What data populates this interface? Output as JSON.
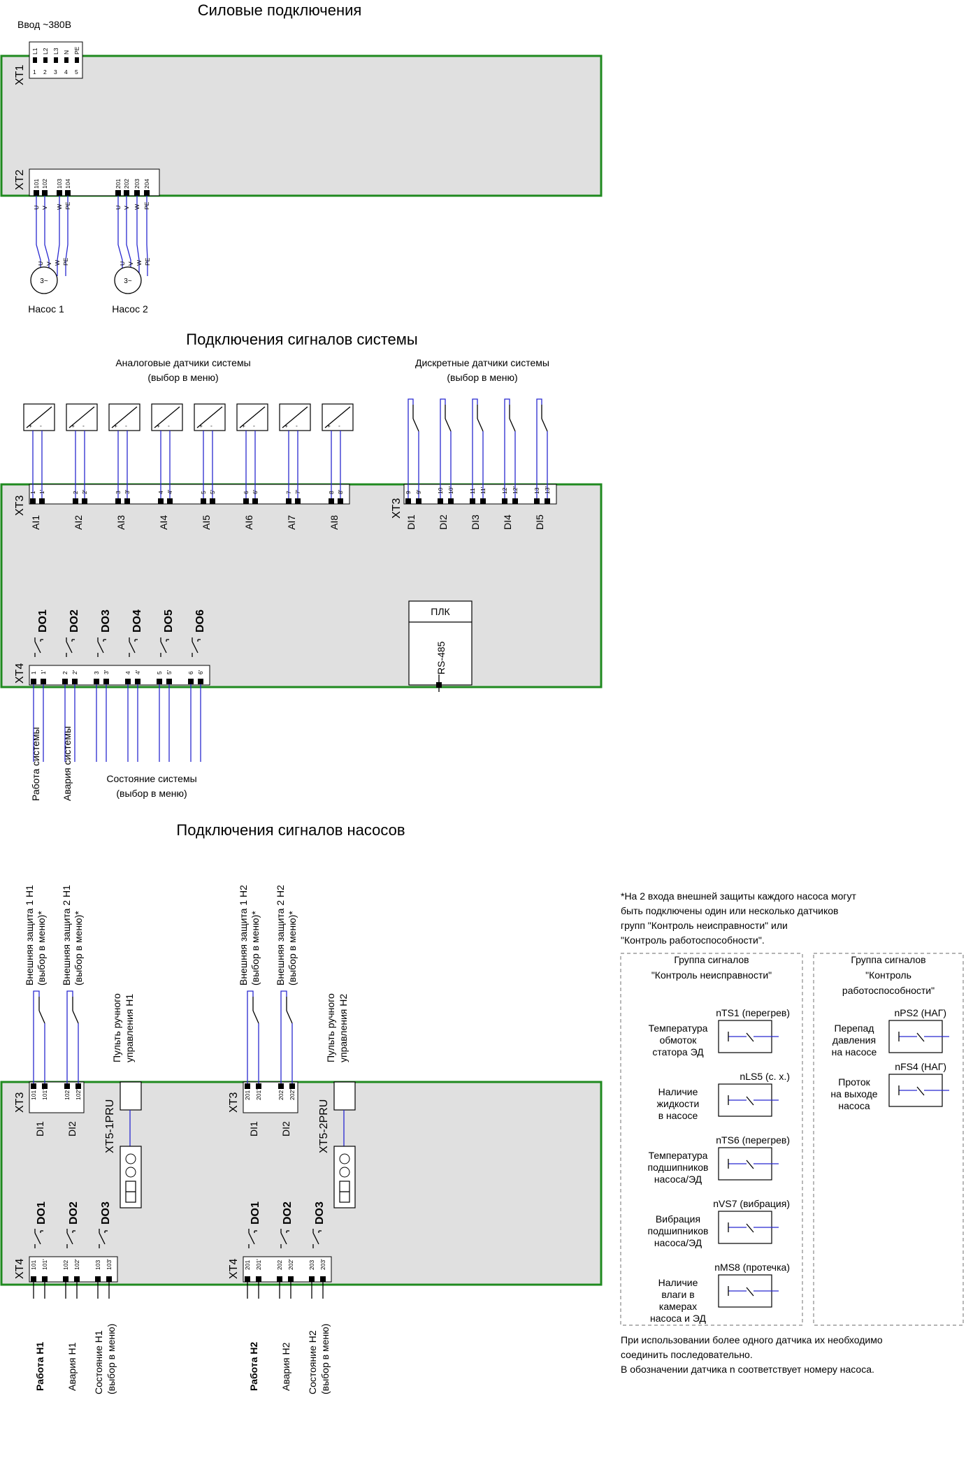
{
  "power": {
    "title": "Силовые подключения",
    "input_label": "Ввод ~380В",
    "xt1": {
      "label": "XT1",
      "top": [
        "L1",
        "L2",
        "L3",
        "N",
        "PE"
      ],
      "bottom": [
        "1",
        "2",
        "3",
        "4",
        "5"
      ]
    },
    "xt2": {
      "label": "XT2",
      "pins": [
        "101",
        "102",
        "103",
        "104",
        "201",
        "202",
        "203",
        "204"
      ]
    },
    "motor_wire_top": [
      "U",
      "V",
      "W",
      "PE"
    ],
    "motor_wire_bottom": [
      "U",
      "V",
      "W",
      "PE"
    ],
    "motor_symbol": "3~",
    "pump1": "Насос 1",
    "pump2": "Насос 2"
  },
  "system": {
    "title": "Подключения сигналов системы",
    "analog_title": "Аналоговые датчики системы",
    "analog_sub": "(выбор в меню)",
    "discrete_title": "Дискретные датчики системы",
    "discrete_sub": "(выбор в меню)",
    "sensor_plus": "+",
    "sensor_minus": "-",
    "xt3_label": "XT3",
    "xt3b_label": "XT3",
    "ai": [
      {
        "label": "AI1",
        "p1": "1",
        "p2": "1'"
      },
      {
        "label": "AI2",
        "p1": "2",
        "p2": "2'"
      },
      {
        "label": "AI3",
        "p1": "3",
        "p2": "3'"
      },
      {
        "label": "AI4",
        "p1": "4",
        "p2": "4'"
      },
      {
        "label": "AI5",
        "p1": "5",
        "p2": "5'"
      },
      {
        "label": "AI6",
        "p1": "6",
        "p2": "6'"
      },
      {
        "label": "AI7",
        "p1": "7",
        "p2": "7'"
      },
      {
        "label": "AI8",
        "p1": "8",
        "p2": "8'"
      }
    ],
    "di": [
      {
        "label": "DI1",
        "p1": "9",
        "p2": "9'"
      },
      {
        "label": "DI2",
        "p1": "10",
        "p2": "10'"
      },
      {
        "label": "DI3",
        "p1": "11",
        "p2": "11'"
      },
      {
        "label": "DI4",
        "p1": "12",
        "p2": "12'"
      },
      {
        "label": "DI5",
        "p1": "13",
        "p2": "13'"
      }
    ],
    "xt4_label": "XT4",
    "do": [
      {
        "label": "DO1",
        "p1": "1",
        "p2": "1'"
      },
      {
        "label": "DO2",
        "p1": "2",
        "p2": "2'"
      },
      {
        "label": "DO3",
        "p1": "3",
        "p2": "3'"
      },
      {
        "label": "DO4",
        "p1": "4",
        "p2": "4'"
      },
      {
        "label": "DO5",
        "p1": "5",
        "p2": "5'"
      },
      {
        "label": "DO6",
        "p1": "6",
        "p2": "6'"
      }
    ],
    "plc": "ПЛК",
    "rs485": "RS-485",
    "work": "Работа системы",
    "alarm": "Авария системы",
    "state1": "Состояние системы",
    "state2": "(выбор в меню)"
  },
  "pumps": {
    "title": "Подключения сигналов насосов",
    "xt3": "XT3",
    "xt4": "XT4",
    "do1": "DO1",
    "do2": "DO2",
    "do3": "DO3",
    "di1": "DI1",
    "di2": "DI2",
    "p1": {
      "ext1a": "Внешняя защита 1 Н1",
      "ext1b": "(выбор в меню)*",
      "ext2a": "Внешняя защита 2 Н1",
      "ext2b": "(выбор в меню)*",
      "remote_a": "Пульть ручного",
      "remote_b": "управления Н1",
      "module": "XT5-1PRU",
      "xt3_pins": [
        "101",
        "101'",
        "102",
        "102'"
      ],
      "xt4_pins": [
        "101",
        "101'",
        "102",
        "102'",
        "103",
        "103'"
      ],
      "work": "Работа Н1",
      "alarm": "Авария Н1",
      "state_a": "Состояние Н1",
      "state_b": "(выбор в меню)"
    },
    "p2": {
      "ext1a": "Внешняя защита 1 Н2",
      "ext1b": "(выбор в меню)*",
      "ext2a": "Внешняя защита 2 Н2",
      "ext2b": "(выбор в меню)*",
      "remote_a": "Пульть ручного",
      "remote_b": "управления Н2",
      "module": "XT5-2PRU",
      "xt3_pins": [
        "201",
        "201'",
        "202",
        "202'"
      ],
      "xt4_pins": [
        "201",
        "201'",
        "202",
        "202'",
        "203",
        "203'"
      ],
      "work": "Работа Н2",
      "alarm": "Авария Н2",
      "state_a": "Состояние Н2",
      "state_b": "(выбор в меню)"
    }
  },
  "notes": {
    "intro": [
      "*На 2 входа внешней защиты каждого насоса могут",
      "быть подключены один или несколько датчиков",
      "групп \"Контроль неисправности\" или",
      "\"Контроль работоспособности\"."
    ],
    "group1_title": [
      "Группа сигналов",
      "\"Контроль неисправности\""
    ],
    "group2_title": [
      "Группа сигналов",
      "\"Контроль",
      "работоспособности\""
    ],
    "group1_sensors": [
      {
        "code": "nTS1 (перегрев)",
        "desc": [
          "Температура",
          "обмоток",
          "статора ЭД"
        ]
      },
      {
        "code": "nLS5 (с. х.)",
        "desc": [
          "Наличие",
          "жидкости",
          "в насосе"
        ]
      },
      {
        "code": "nTS6 (перегрев)",
        "desc": [
          "Температура",
          "подшипников",
          "насоса/ЭД"
        ]
      },
      {
        "code": "nVS7 (вибрация)",
        "desc": [
          "Вибрация",
          "подшипников",
          "насоса/ЭД"
        ]
      },
      {
        "code": "nMS8 (протечка)",
        "desc": [
          "Наличие",
          "влаги в",
          "камерах",
          "насоса и ЭД"
        ]
      }
    ],
    "group2_sensors": [
      {
        "code": "nPS2 (НАГ)",
        "desc": [
          "Перепад",
          "давления",
          "на насосе"
        ]
      },
      {
        "code": "nFS4 (НАГ)",
        "desc": [
          "Проток",
          "на выходе",
          "насоса"
        ]
      }
    ],
    "footer": [
      "При использовании более одного датчика их необходимо",
      "соединить последовательно.",
      "В обозначении датчика n соответствует номеру насоса."
    ]
  }
}
